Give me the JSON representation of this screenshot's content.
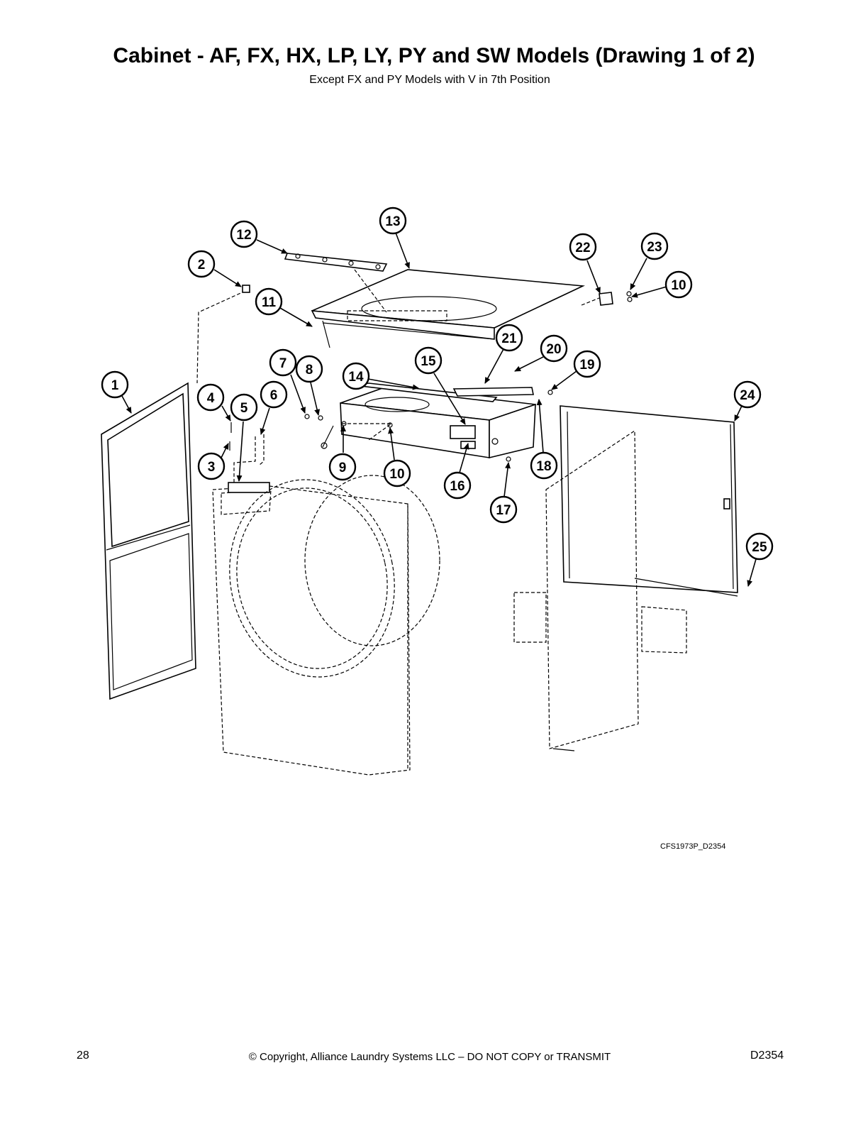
{
  "header": {
    "title": "Cabinet - AF, FX, HX, LP, LY, PY and SW Models (Drawing 1 of 2)",
    "subtitle": "Except FX and PY Models with V in 7th Position"
  },
  "diagram": {
    "callouts": [
      "1",
      "2",
      "3",
      "4",
      "5",
      "6",
      "7",
      "8",
      "9",
      "10",
      "11",
      "12",
      "13",
      "14",
      "15",
      "16",
      "17",
      "18",
      "19",
      "20",
      "21",
      "22",
      "23",
      "10",
      "24",
      "25"
    ],
    "drawing_code": "CFS1973P_D2354"
  },
  "footer": {
    "page_number": "28",
    "copyright": "© Copyright, Alliance Laundry Systems LLC – DO NOT COPY or TRANSMIT",
    "doc_id": "D2354"
  }
}
